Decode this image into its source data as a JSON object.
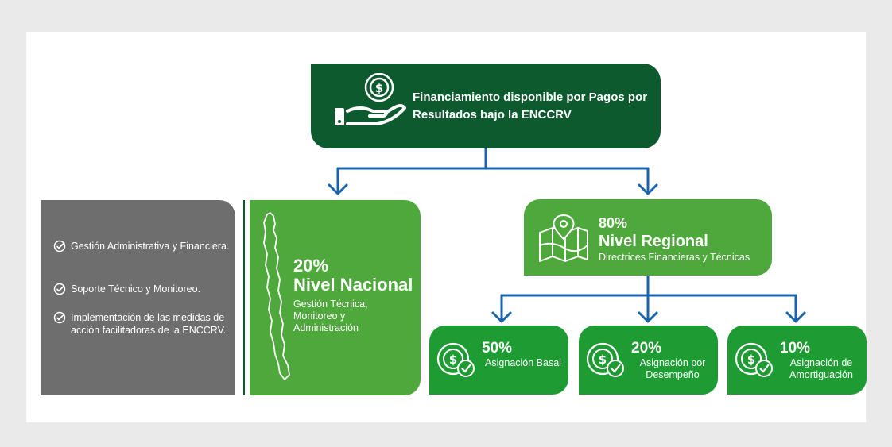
{
  "top": {
    "title": "Financiamiento disponible por Pagos por Resultados bajo la ENCCRV"
  },
  "left_panel": {
    "items": [
      "Gestión Administrativa y Financiera.",
      "Soporte Técnico y Monitoreo.",
      "Implementación de las medidas de acción facilitadoras de la ENCCRV."
    ]
  },
  "national": {
    "pct": "20%",
    "title": "Nivel Nacional",
    "desc": "Gestión Técnica, Monitoreo y Administración"
  },
  "regional": {
    "pct": "80%",
    "title": "Nivel Regional",
    "desc": "Directrices Financieras y Técnicas"
  },
  "allocations": [
    {
      "pct": "50%",
      "desc": "Asignación Basal"
    },
    {
      "pct": "20%",
      "desc": "Asignación por Desempeño"
    },
    {
      "pct": "10%",
      "desc": "Asignación de Amortiguación"
    }
  ],
  "colors": {
    "dark_green": "#0d5a2e",
    "green": "#4fa83c",
    "bright_green": "#1f9b34",
    "gray": "#6e6e6e",
    "connector_blue": "#1a64ad"
  }
}
